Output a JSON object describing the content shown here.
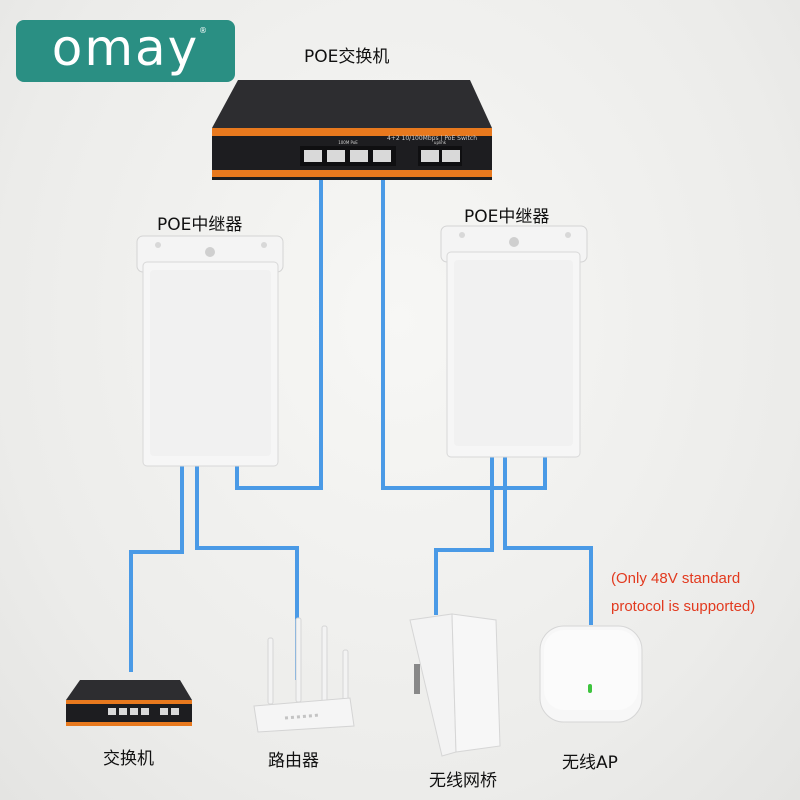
{
  "brand": {
    "logo_text": "omay",
    "reg_mark": "®"
  },
  "devices": {
    "poe_switch": "POE交换机",
    "repeater_left": "POE中继器",
    "repeater_right": "POE中继器",
    "switch": "交换机",
    "router": "路由器",
    "wireless_bridge": "无线网桥",
    "wireless_ap": "无线AP"
  },
  "switch_faceplate": {
    "top_label": "4+2 10/100Mbps | PoE Switch",
    "group_left": "100M PoE",
    "group_right": "uplink"
  },
  "note": {
    "line1": "(Only 48V standard",
    "line2": "protocol is supported)"
  },
  "colors": {
    "cable": "#4a9ae6",
    "brand": "#2a8f83",
    "accent_orange": "#e8791e",
    "note": "#e23a1f"
  }
}
